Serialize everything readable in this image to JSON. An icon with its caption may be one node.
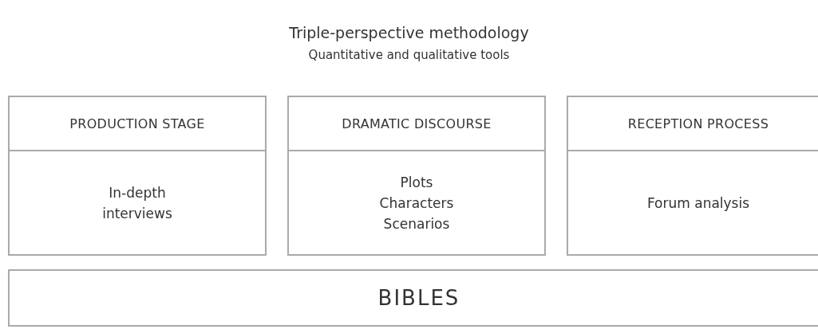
{
  "diagram": {
    "title": "Triple-perspective methodology",
    "labels": [
      "Quantitative and qualitative tools"
    ],
    "nodes": [
      {
        "text": [
          "PRODUCTION STAGE",
          "In-depth interviews"
        ]
      },
      {
        "text": [
          "DRAMATIC DISCOURSE",
          "Plots",
          "Characters",
          "Scenarios"
        ]
      },
      {
        "text": [
          "RECEPTION PROCESS",
          "Forum analysis"
        ]
      },
      {
        "text": [
          "BIBLES"
        ]
      }
    ]
  }
}
